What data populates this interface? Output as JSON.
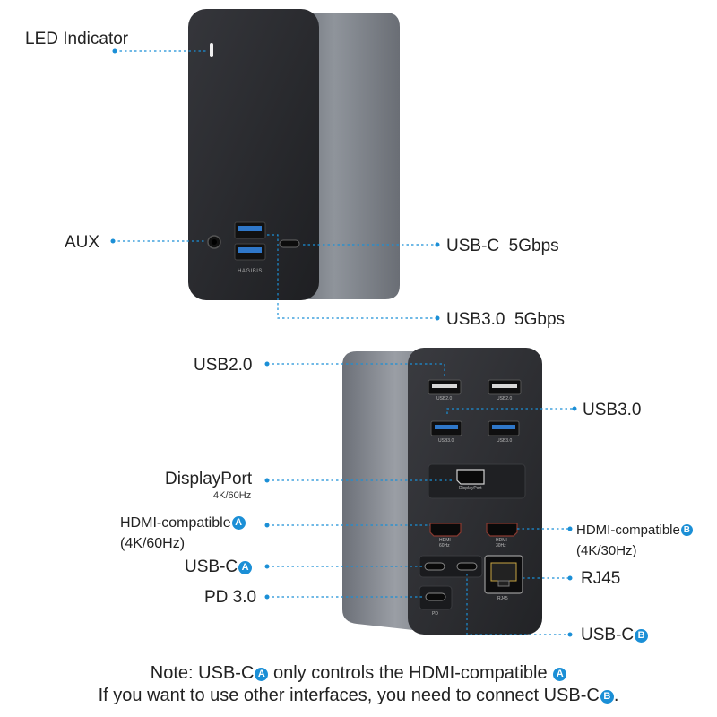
{
  "brand": "HAGIBIS",
  "front_labels": {
    "led": "LED Indicator",
    "aux": "AUX",
    "usbc_front": "USB-C  5Gbps",
    "usb30_front": "USB3.0  5Gbps"
  },
  "back_labels": {
    "usb20": "USB2.0",
    "usb30": "USB3.0",
    "displayport": "DisplayPort",
    "displayport_spec": "4K/60Hz",
    "hdmi_a": "HDMI-compatible",
    "hdmi_a_spec": "(4K/60Hz)",
    "hdmi_b": "HDMI-compatible",
    "hdmi_b_spec": "(4K/30Hz)",
    "usbc_a": "USB-C",
    "pd": "PD 3.0",
    "rj45": "RJ45",
    "usbc_b": "USB-C"
  },
  "port_engravings": {
    "usb20": "USB2.0",
    "usb30": "USB3.0",
    "displayport": "DisplayPort",
    "hdmi": "HDMI",
    "hdmi_a_rate": "60Hz",
    "hdmi_b_rate": "30Hz",
    "pd": "PD",
    "rj45": "RJ45"
  },
  "badges": {
    "a": "A",
    "b": "B"
  },
  "note": {
    "line1": "Note: USB-C",
    "line1_mid": " only controls the HDMI-compatible ",
    "line2": "If you want to use other interfaces, you need to connect USB-C",
    "line2_end": "."
  },
  "colors": {
    "accent": "#1b8fd6",
    "device_body": "#2b2c30",
    "device_side": "#7d828a",
    "port_blue": "#2f77c8"
  }
}
